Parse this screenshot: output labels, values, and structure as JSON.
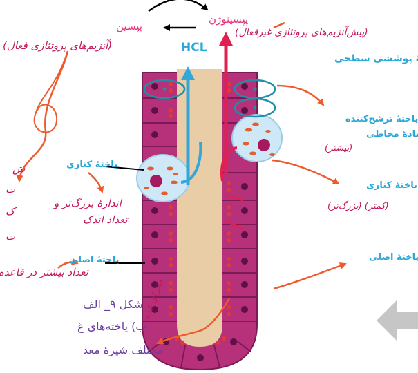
{
  "top": {
    "pepsin": "پپسین",
    "pepsinogen": "پپسینوژن",
    "hcl": "HCL"
  },
  "notes": {
    "active_proteases": "(آنزیم‌های پروتئازی فعال)",
    "inactive_proteases": "(پیش‌آنزیم‌های پروتئازی غیرفعال)",
    "larger_size_fewer": [
      "اندازهٔ بزرگ‌تر و",
      "تعداد اندک"
    ],
    "more_at_base": "تعداد بیشتر در قاعده",
    "more": "(بیشتر)",
    "fewer_larger": "(کمتر) (بزرگ‌تر)",
    "gland_duct": "مجرای غده",
    "left_partial": [
      "ش",
      "ت",
      "ک",
      "ت"
    ]
  },
  "labels": {
    "surface_cell": "یاختهٔ پوششی سطحی",
    "mucus_cell_1": "یاختهٔ ترشح‌کننده",
    "mucus_cell_2": "مادهٔ مخاطی",
    "parietal_right": "یاختهٔ کناری",
    "parietal_left": "یاختهٔ کناری",
    "chief_right": "یاختهٔ اصلی",
    "chief_left": "یاختهٔ اصلی"
  },
  "caption": {
    "line1": "شکل ۹_ الف",
    "line2": "ب) یاخته‌های غ",
    "line3": "مختلف شیرهٔ معد"
  },
  "colors": {
    "cell": "#b6317a",
    "cell_border": "#7c1a57",
    "nucleus": "#5e1144",
    "lumen": "#e9cda6",
    "parietal": "#cfe8f7",
    "arrow_blue": "#33a7dc",
    "arrow_red": "#e02050",
    "ann_orange": "#ee5a2c",
    "ann_pink": "#e6337a",
    "oval": "#1f8fa6"
  }
}
